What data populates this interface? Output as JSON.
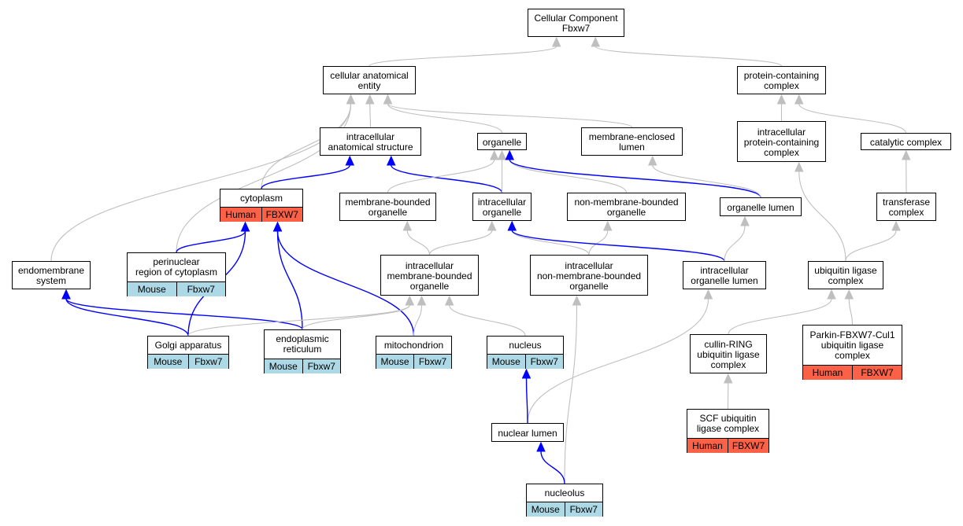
{
  "colors": {
    "edge_gray": "#bfbfbf",
    "edge_blue": "#0000ff",
    "mouse_bg": "#add8e6",
    "human_bg": "#fa6147"
  },
  "nodes": {
    "cellular_component": {
      "label": "Cellular Component\nFbxw7"
    },
    "cellular_anatomical_entity": {
      "label": "cellular anatomical\nentity"
    },
    "protein_containing_complex": {
      "label": "protein-containing\ncomplex"
    },
    "intracellular_anatomical_structure": {
      "label": "intracellular\nanatomical structure"
    },
    "organelle": {
      "label": "organelle"
    },
    "membrane_enclosed_lumen": {
      "label": "membrane-enclosed\nlumen"
    },
    "intracellular_protein_containing_complex": {
      "label": "intracellular\nprotein-containing\ncomplex"
    },
    "catalytic_complex": {
      "label": "catalytic complex"
    },
    "cytoplasm": {
      "label": "cytoplasm",
      "tags": [
        "Human",
        "FBXW7"
      ]
    },
    "membrane_bounded_organelle": {
      "label": "membrane-bounded\norganelle"
    },
    "intracellular_organelle": {
      "label": "intracellular\norganelle"
    },
    "non_membrane_bounded_organelle": {
      "label": "non-membrane-bounded\norganelle"
    },
    "organelle_lumen": {
      "label": "organelle lumen"
    },
    "transferase_complex": {
      "label": "transferase\ncomplex"
    },
    "endomembrane_system": {
      "label": "endomembrane\nsystem"
    },
    "perinuclear_region": {
      "label": "perinuclear\nregion of cytoplasm",
      "tags": [
        "Mouse",
        "Fbxw7"
      ]
    },
    "intracellular_membrane_bounded_organelle": {
      "label": "intracellular\nmembrane-bounded\norganelle"
    },
    "intracellular_non_membrane_bounded_organelle": {
      "label": "intracellular\nnon-membrane-bounded\norganelle"
    },
    "intracellular_organelle_lumen": {
      "label": "intracellular\norganelle lumen"
    },
    "ubiquitin_ligase_complex": {
      "label": "ubiquitin ligase\ncomplex"
    },
    "golgi_apparatus": {
      "label": "Golgi apparatus",
      "tags": [
        "Mouse",
        "Fbxw7"
      ]
    },
    "endoplasmic_reticulum": {
      "label": "endoplasmic\nreticulum",
      "tags": [
        "Mouse",
        "Fbxw7"
      ]
    },
    "mitochondrion": {
      "label": "mitochondrion",
      "tags": [
        "Mouse",
        "Fbxw7"
      ]
    },
    "nucleus": {
      "label": "nucleus",
      "tags": [
        "Mouse",
        "Fbxw7"
      ]
    },
    "cullin_ring": {
      "label": "cullin-RING\nubiquitin ligase\ncomplex"
    },
    "parkin_complex": {
      "label": "Parkin-FBXW7-Cul1\nubiquitin ligase\ncomplex",
      "tags": [
        "Human",
        "FBXW7"
      ]
    },
    "nuclear_lumen": {
      "label": "nuclear lumen"
    },
    "scf_complex": {
      "label": "SCF ubiquitin\nligase complex",
      "tags": [
        "Human",
        "FBXW7"
      ]
    },
    "nucleolus": {
      "label": "nucleolus",
      "tags": [
        "Mouse",
        "Fbxw7"
      ]
    }
  },
  "edges": [
    {
      "from": "cellular_anatomical_entity",
      "to": "cellular_component",
      "color": "gray"
    },
    {
      "from": "protein_containing_complex",
      "to": "cellular_component",
      "color": "gray"
    },
    {
      "from": "intracellular_anatomical_structure",
      "to": "cellular_anatomical_entity",
      "color": "gray"
    },
    {
      "from": "organelle",
      "to": "cellular_anatomical_entity",
      "color": "gray"
    },
    {
      "from": "membrane_enclosed_lumen",
      "to": "cellular_anatomical_entity",
      "color": "gray"
    },
    {
      "from": "cytoplasm",
      "to": "cellular_anatomical_entity",
      "color": "gray"
    },
    {
      "from": "perinuclear_region",
      "to": "cellular_anatomical_entity",
      "color": "gray"
    },
    {
      "from": "endomembrane_system",
      "to": "cellular_anatomical_entity",
      "color": "gray"
    },
    {
      "from": "intracellular_protein_containing_complex",
      "to": "protein_containing_complex",
      "color": "gray"
    },
    {
      "from": "catalytic_complex",
      "to": "protein_containing_complex",
      "color": "gray"
    },
    {
      "from": "cytoplasm",
      "to": "intracellular_anatomical_structure",
      "color": "blue"
    },
    {
      "from": "intracellular_organelle",
      "to": "intracellular_anatomical_structure",
      "color": "blue"
    },
    {
      "from": "membrane_bounded_organelle",
      "to": "organelle",
      "color": "gray"
    },
    {
      "from": "intracellular_organelle",
      "to": "organelle",
      "color": "gray"
    },
    {
      "from": "non_membrane_bounded_organelle",
      "to": "organelle",
      "color": "gray"
    },
    {
      "from": "organelle_lumen",
      "to": "organelle",
      "color": "blue"
    },
    {
      "from": "organelle_lumen",
      "to": "membrane_enclosed_lumen",
      "color": "gray"
    },
    {
      "from": "transferase_complex",
      "to": "catalytic_complex",
      "color": "gray"
    },
    {
      "from": "intracellular_membrane_bounded_organelle",
      "to": "membrane_bounded_organelle",
      "color": "gray"
    },
    {
      "from": "intracellular_membrane_bounded_organelle",
      "to": "intracellular_organelle",
      "color": "gray"
    },
    {
      "from": "intracellular_non_membrane_bounded_organelle",
      "to": "intracellular_organelle",
      "color": "gray"
    },
    {
      "from": "intracellular_non_membrane_bounded_organelle",
      "to": "non_membrane_bounded_organelle",
      "color": "gray"
    },
    {
      "from": "intracellular_organelle_lumen",
      "to": "intracellular_organelle",
      "color": "blue"
    },
    {
      "from": "intracellular_organelle_lumen",
      "to": "organelle_lumen",
      "color": "gray"
    },
    {
      "from": "ubiquitin_ligase_complex",
      "to": "intracellular_protein_containing_complex",
      "color": "gray"
    },
    {
      "from": "ubiquitin_ligase_complex",
      "to": "transferase_complex",
      "color": "gray"
    },
    {
      "from": "perinuclear_region",
      "to": "cytoplasm",
      "color": "blue"
    },
    {
      "from": "golgi_apparatus",
      "to": "cytoplasm",
      "color": "blue"
    },
    {
      "from": "endoplasmic_reticulum",
      "to": "cytoplasm",
      "color": "blue"
    },
    {
      "from": "mitochondrion",
      "to": "cytoplasm",
      "color": "blue"
    },
    {
      "from": "golgi_apparatus",
      "to": "endomembrane_system",
      "color": "blue"
    },
    {
      "from": "endoplasmic_reticulum",
      "to": "endomembrane_system",
      "color": "blue"
    },
    {
      "from": "golgi_apparatus",
      "to": "intracellular_membrane_bounded_organelle",
      "color": "gray"
    },
    {
      "from": "endoplasmic_reticulum",
      "to": "intracellular_membrane_bounded_organelle",
      "color": "gray"
    },
    {
      "from": "mitochondrion",
      "to": "intracellular_membrane_bounded_organelle",
      "color": "gray"
    },
    {
      "from": "nucleus",
      "to": "intracellular_membrane_bounded_organelle",
      "color": "gray"
    },
    {
      "from": "nucleolus",
      "to": "intracellular_non_membrane_bounded_organelle",
      "color": "gray"
    },
    {
      "from": "nuclear_lumen",
      "to": "intracellular_organelle_lumen",
      "color": "gray"
    },
    {
      "from": "cullin_ring",
      "to": "ubiquitin_ligase_complex",
      "color": "gray"
    },
    {
      "from": "parkin_complex",
      "to": "ubiquitin_ligase_complex",
      "color": "gray"
    },
    {
      "from": "scf_complex",
      "to": "cullin_ring",
      "color": "gray"
    },
    {
      "from": "nuclear_lumen",
      "to": "nucleus",
      "color": "blue"
    },
    {
      "from": "nucleolus",
      "to": "nuclear_lumen",
      "color": "blue"
    }
  ]
}
